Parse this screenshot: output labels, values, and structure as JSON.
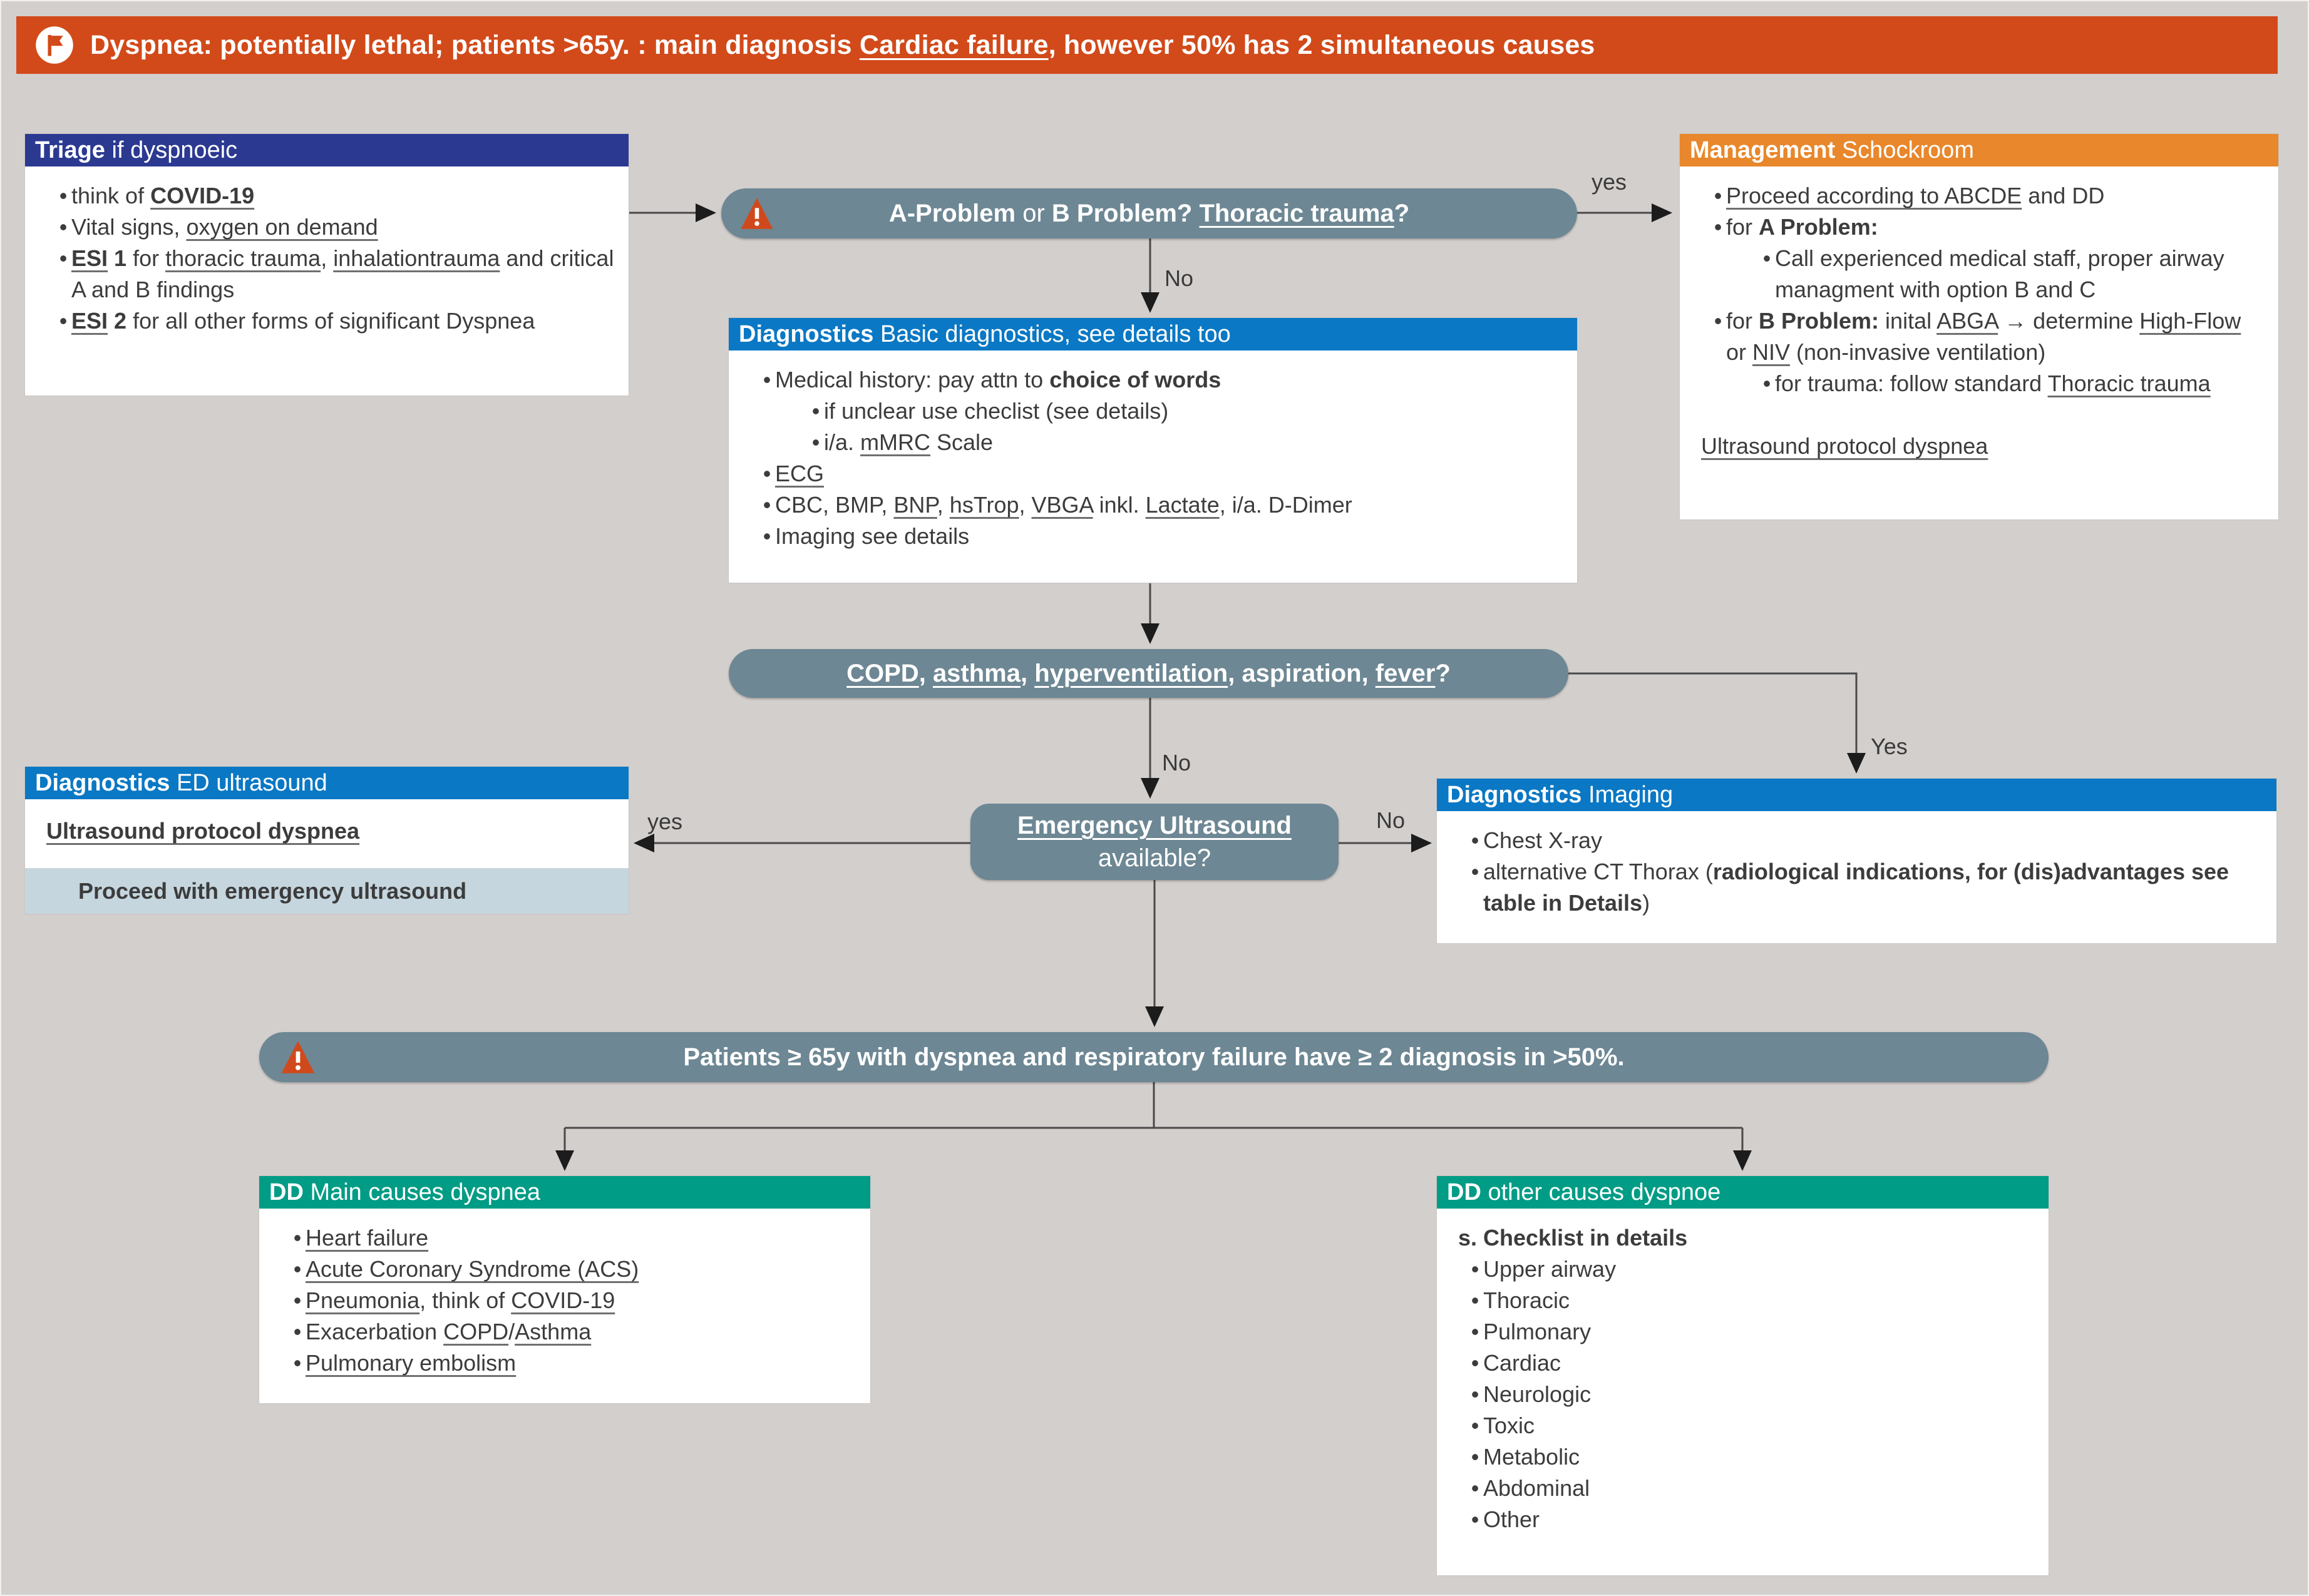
{
  "banner": {
    "runs": [
      {
        "t": "Dyspnea: potentially lethal; patients >65y. : main diagnosis ",
        "b": 1
      },
      {
        "t": "Cardiac failure",
        "b": 1,
        "u": 1
      },
      {
        "t": ", however 50% has 2 simultaneous causes",
        "b": 1
      }
    ],
    "color": "#d24a1a"
  },
  "colors": {
    "background": "#d3cfcd",
    "triage_header": "#2b3991",
    "management_header": "#e8872b",
    "diagnostics_header": "#0a78c4",
    "dd_header": "#009c85",
    "decision_pill": "#6d8794",
    "ed_strip": "#c6d6df"
  },
  "boxes": {
    "triage": {
      "header_runs": [
        {
          "t": "Triage",
          "b": 1
        },
        {
          "t": " if dyspnoeic"
        }
      ],
      "lines": [
        {
          "bullet": true,
          "runs": [
            {
              "t": "think of "
            },
            {
              "t": "COVID-19",
              "b": 1,
              "u": 1
            }
          ]
        },
        {
          "bullet": true,
          "runs": [
            {
              "t": "Vital signs, "
            },
            {
              "t": "oxygen on demand",
              "u": 1
            }
          ]
        },
        {
          "bullet": true,
          "runs": [
            {
              "t": "ESI",
              "b": 1,
              "u": 1
            },
            {
              "t": " 1",
              "b": 1
            },
            {
              "t": " for "
            },
            {
              "t": "thoracic trauma",
              "u": 1
            },
            {
              "t": ", "
            },
            {
              "t": "inhalationtrauma",
              "u": 1
            },
            {
              "t": " and critical A and B findings"
            }
          ]
        },
        {
          "bullet": true,
          "runs": [
            {
              "t": "ESI",
              "b": 1,
              "u": 1
            },
            {
              "t": " 2",
              "b": 1
            },
            {
              "t": " for all other forms of significant Dyspnea"
            }
          ]
        }
      ]
    },
    "management": {
      "header_runs": [
        {
          "t": "Management",
          "b": 1
        },
        {
          "t": " Schockroom"
        }
      ],
      "lines": [
        {
          "bullet": true,
          "runs": [
            {
              "t": "Proceed according to ABCDE",
              "u": 1
            },
            {
              "t": " and DD"
            }
          ]
        },
        {
          "bullet": true,
          "runs": [
            {
              "t": "for "
            },
            {
              "t": "A Problem:",
              "b": 1
            }
          ]
        },
        {
          "bullet": true,
          "ind": 1,
          "runs": [
            {
              "t": "Call experienced medical staff, proper airway managment with option B and C"
            }
          ]
        },
        {
          "bullet": true,
          "runs": [
            {
              "t": "for "
            },
            {
              "t": "B Problem:",
              "b": 1
            },
            {
              "t": " inital "
            },
            {
              "t": "ABGA",
              "u": 1
            },
            {
              "t": " → determine "
            },
            {
              "t": "High-Flow",
              "u": 1
            },
            {
              "t": " or "
            },
            {
              "t": "NIV",
              "u": 1
            },
            {
              "t": " (non-invasive ventilation)"
            }
          ]
        },
        {
          "bullet": true,
          "ind": 1,
          "runs": [
            {
              "t": "for trauma: follow standard "
            },
            {
              "t": "Thoracic trauma",
              "u": 1
            }
          ]
        },
        {
          "gap": true,
          "runs": [
            {
              "t": "Ultrasound protocol dyspnea",
              "u": 1
            }
          ]
        }
      ]
    },
    "diag_basic": {
      "header_runs": [
        {
          "t": "Diagnostics",
          "b": 1
        },
        {
          "t": " Basic diagnostics, see details too"
        }
      ],
      "lines": [
        {
          "bullet": true,
          "runs": [
            {
              "t": "Medical history: pay attn to "
            },
            {
              "t": "choice of words",
              "b": 1
            }
          ]
        },
        {
          "bullet": true,
          "ind": 1,
          "runs": [
            {
              "t": "if unclear use checlist (see details)"
            }
          ]
        },
        {
          "bullet": true,
          "ind": 1,
          "runs": [
            {
              "t": "i/a. "
            },
            {
              "t": "mMRC",
              "u": 1
            },
            {
              "t": " Scale"
            }
          ]
        },
        {
          "bullet": true,
          "runs": [
            {
              "t": "ECG",
              "u": 1
            }
          ]
        },
        {
          "bullet": true,
          "runs": [
            {
              "t": "CBC, BMP, "
            },
            {
              "t": "BNP",
              "u": 1
            },
            {
              "t": ", "
            },
            {
              "t": "hsTrop",
              "u": 1
            },
            {
              "t": ", "
            },
            {
              "t": "VBGA",
              "u": 1
            },
            {
              "t": " inkl. "
            },
            {
              "t": "Lactate",
              "u": 1
            },
            {
              "t": ", i/a. D-Dimer"
            }
          ]
        },
        {
          "bullet": true,
          "runs": [
            {
              "t": "Imaging see details"
            }
          ]
        }
      ]
    },
    "ed_ultrasound": {
      "header_runs": [
        {
          "t": "Diagnostics",
          "b": 1
        },
        {
          "t": " ED ultrasound"
        }
      ],
      "link_runs": [
        {
          "t": "Ultrasound protocol dyspnea",
          "b": 1,
          "u": 1
        }
      ],
      "strip_runs": [
        {
          "t": "Proceed with emergency ultrasound",
          "b": 1
        }
      ]
    },
    "imaging": {
      "header_runs": [
        {
          "t": "Diagnostics",
          "b": 1
        },
        {
          "t": " Imaging"
        }
      ],
      "lines": [
        {
          "bullet": true,
          "runs": [
            {
              "t": "Chest X-ray"
            }
          ]
        },
        {
          "bullet": true,
          "runs": [
            {
              "t": "alternative CT Thorax ("
            },
            {
              "t": "radiological indications, for (dis)advantages see table in Details",
              "b": 1
            },
            {
              "t": ")"
            }
          ]
        }
      ]
    },
    "dd_main": {
      "header_runs": [
        {
          "t": "DD",
          "b": 1
        },
        {
          "t": " Main causes dyspnea"
        }
      ],
      "lines": [
        {
          "bullet": true,
          "runs": [
            {
              "t": "Heart failure",
              "u": 1
            }
          ]
        },
        {
          "bullet": true,
          "runs": [
            {
              "t": "Acute Coronary Syndrome (ACS)",
              "u": 1
            }
          ]
        },
        {
          "bullet": true,
          "runs": [
            {
              "t": "Pneumonia",
              "u": 1
            },
            {
              "t": ", think of "
            },
            {
              "t": "COVID-19",
              "u": 1
            }
          ]
        },
        {
          "bullet": true,
          "runs": [
            {
              "t": "Exacerbation "
            },
            {
              "t": "COPD",
              "u": 1
            },
            {
              "t": "/"
            },
            {
              "t": "Asthma",
              "u": 1
            }
          ]
        },
        {
          "bullet": true,
          "runs": [
            {
              "t": "Pulmonary embolism",
              "u": 1
            }
          ]
        }
      ]
    },
    "dd_other": {
      "header_runs": [
        {
          "t": "DD",
          "b": 1
        },
        {
          "t": " other causes dyspnoe"
        }
      ],
      "lines": [
        {
          "runs": [
            {
              "t": "s. Checklist in details",
              "b": 1
            }
          ]
        },
        {
          "bullet": true,
          "runs": [
            {
              "t": "Upper airway"
            }
          ]
        },
        {
          "bullet": true,
          "runs": [
            {
              "t": "Thoracic"
            }
          ]
        },
        {
          "bullet": true,
          "runs": [
            {
              "t": "Pulmonary"
            }
          ]
        },
        {
          "bullet": true,
          "runs": [
            {
              "t": "Cardiac"
            }
          ]
        },
        {
          "bullet": true,
          "runs": [
            {
              "t": "Neurologic"
            }
          ]
        },
        {
          "bullet": true,
          "runs": [
            {
              "t": "Toxic"
            }
          ]
        },
        {
          "bullet": true,
          "runs": [
            {
              "t": "Metabolic"
            }
          ]
        },
        {
          "bullet": true,
          "runs": [
            {
              "t": "Abdominal"
            }
          ]
        },
        {
          "bullet": true,
          "runs": [
            {
              "t": "Other"
            }
          ]
        }
      ]
    }
  },
  "decisions": {
    "ab_problem": {
      "runs": [
        {
          "t": "A-Problem",
          "b": 1
        },
        {
          "t": " or "
        },
        {
          "t": "B Problem? ",
          "b": 1
        },
        {
          "t": "Thoracic trauma",
          "b": 1,
          "u": 1
        },
        {
          "t": "?",
          "b": 1
        }
      ]
    },
    "copd": {
      "runs": [
        {
          "t": "COPD",
          "b": 1,
          "u": 1
        },
        {
          "t": ", ",
          "b": 1
        },
        {
          "t": "asthma",
          "b": 1,
          "u": 1
        },
        {
          "t": ", ",
          "b": 1
        },
        {
          "t": "hyperventilation",
          "b": 1,
          "u": 1
        },
        {
          "t": ", aspiration, ",
          "b": 1
        },
        {
          "t": "fever",
          "b": 1,
          "u": 1
        },
        {
          "t": "?",
          "b": 1
        }
      ]
    },
    "ultrasound": {
      "line1_runs": [
        {
          "t": "Emergency Ultrasound",
          "b": 1,
          "u": 1
        }
      ],
      "line2": "available?"
    },
    "patients": {
      "runs": [
        {
          "t": "Patients ≥ 65y with dyspnea and respiratory failure have ≥ 2 diagnosis in >50%.",
          "b": 1
        }
      ]
    }
  },
  "labels": {
    "ab_yes": "yes",
    "ab_no": "No",
    "copd_no": "No",
    "copd_yes": "Yes",
    "us_yes": "yes",
    "us_no": "No"
  }
}
